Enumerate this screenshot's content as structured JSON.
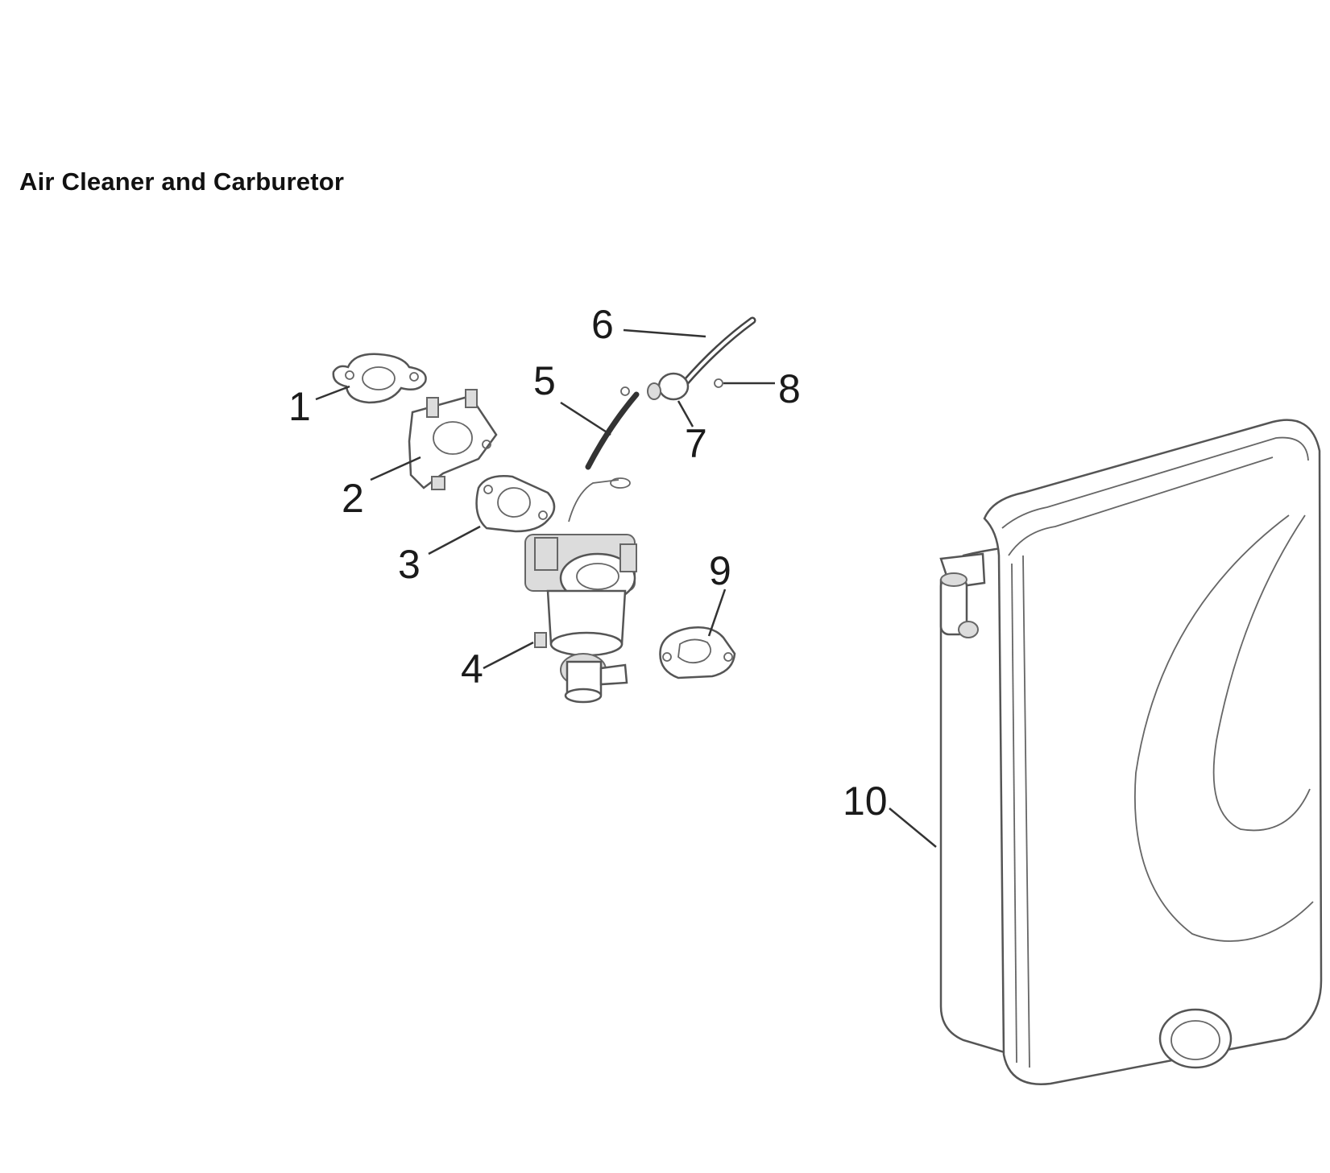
{
  "title": "Air Cleaner and Carburetor",
  "callouts": [
    {
      "id": "callout-1",
      "label": "1"
    },
    {
      "id": "callout-2",
      "label": "2"
    },
    {
      "id": "callout-3",
      "label": "3"
    },
    {
      "id": "callout-4",
      "label": "4"
    },
    {
      "id": "callout-5",
      "label": "5"
    },
    {
      "id": "callout-6",
      "label": "6"
    },
    {
      "id": "callout-7",
      "label": "7"
    },
    {
      "id": "callout-8",
      "label": "8"
    },
    {
      "id": "callout-9",
      "label": "9"
    },
    {
      "id": "callout-10",
      "label": "10"
    }
  ]
}
